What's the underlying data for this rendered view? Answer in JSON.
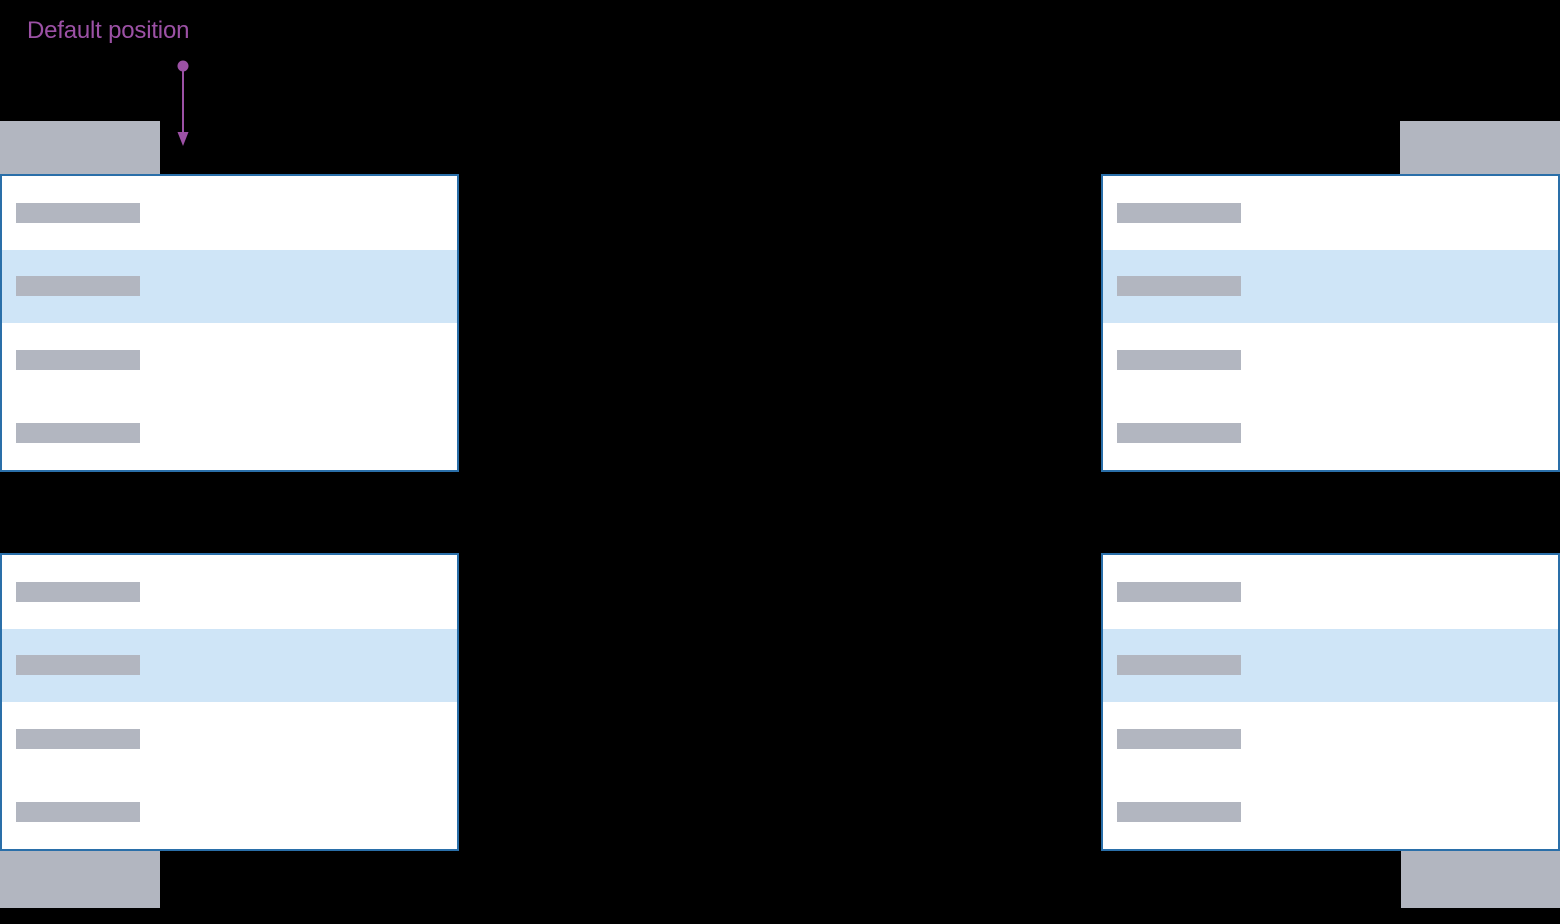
{
  "annotation": {
    "label": "Default position"
  },
  "colors": {
    "background": "#000000",
    "accent": "#9c51a5",
    "panel_border": "#2a6fa9",
    "panel_bg": "#ffffff",
    "row_highlight": "#cfe5f7",
    "placeholder": "#b2b6c0",
    "trigger": "#b2b6c0"
  },
  "groups": [
    {
      "position": "top-left",
      "panel_opens": "below-trigger",
      "is_default": true,
      "rows": [
        {
          "selected": false
        },
        {
          "selected": true
        },
        {
          "selected": false
        },
        {
          "selected": false
        }
      ]
    },
    {
      "position": "top-right",
      "panel_opens": "below-trigger",
      "is_default": false,
      "rows": [
        {
          "selected": false
        },
        {
          "selected": true
        },
        {
          "selected": false
        },
        {
          "selected": false
        }
      ]
    },
    {
      "position": "bottom-left",
      "panel_opens": "above-trigger",
      "is_default": false,
      "rows": [
        {
          "selected": false
        },
        {
          "selected": true
        },
        {
          "selected": false
        },
        {
          "selected": false
        }
      ]
    },
    {
      "position": "bottom-right",
      "panel_opens": "above-trigger",
      "is_default": false,
      "rows": [
        {
          "selected": false
        },
        {
          "selected": true
        },
        {
          "selected": false
        },
        {
          "selected": false
        }
      ]
    }
  ]
}
